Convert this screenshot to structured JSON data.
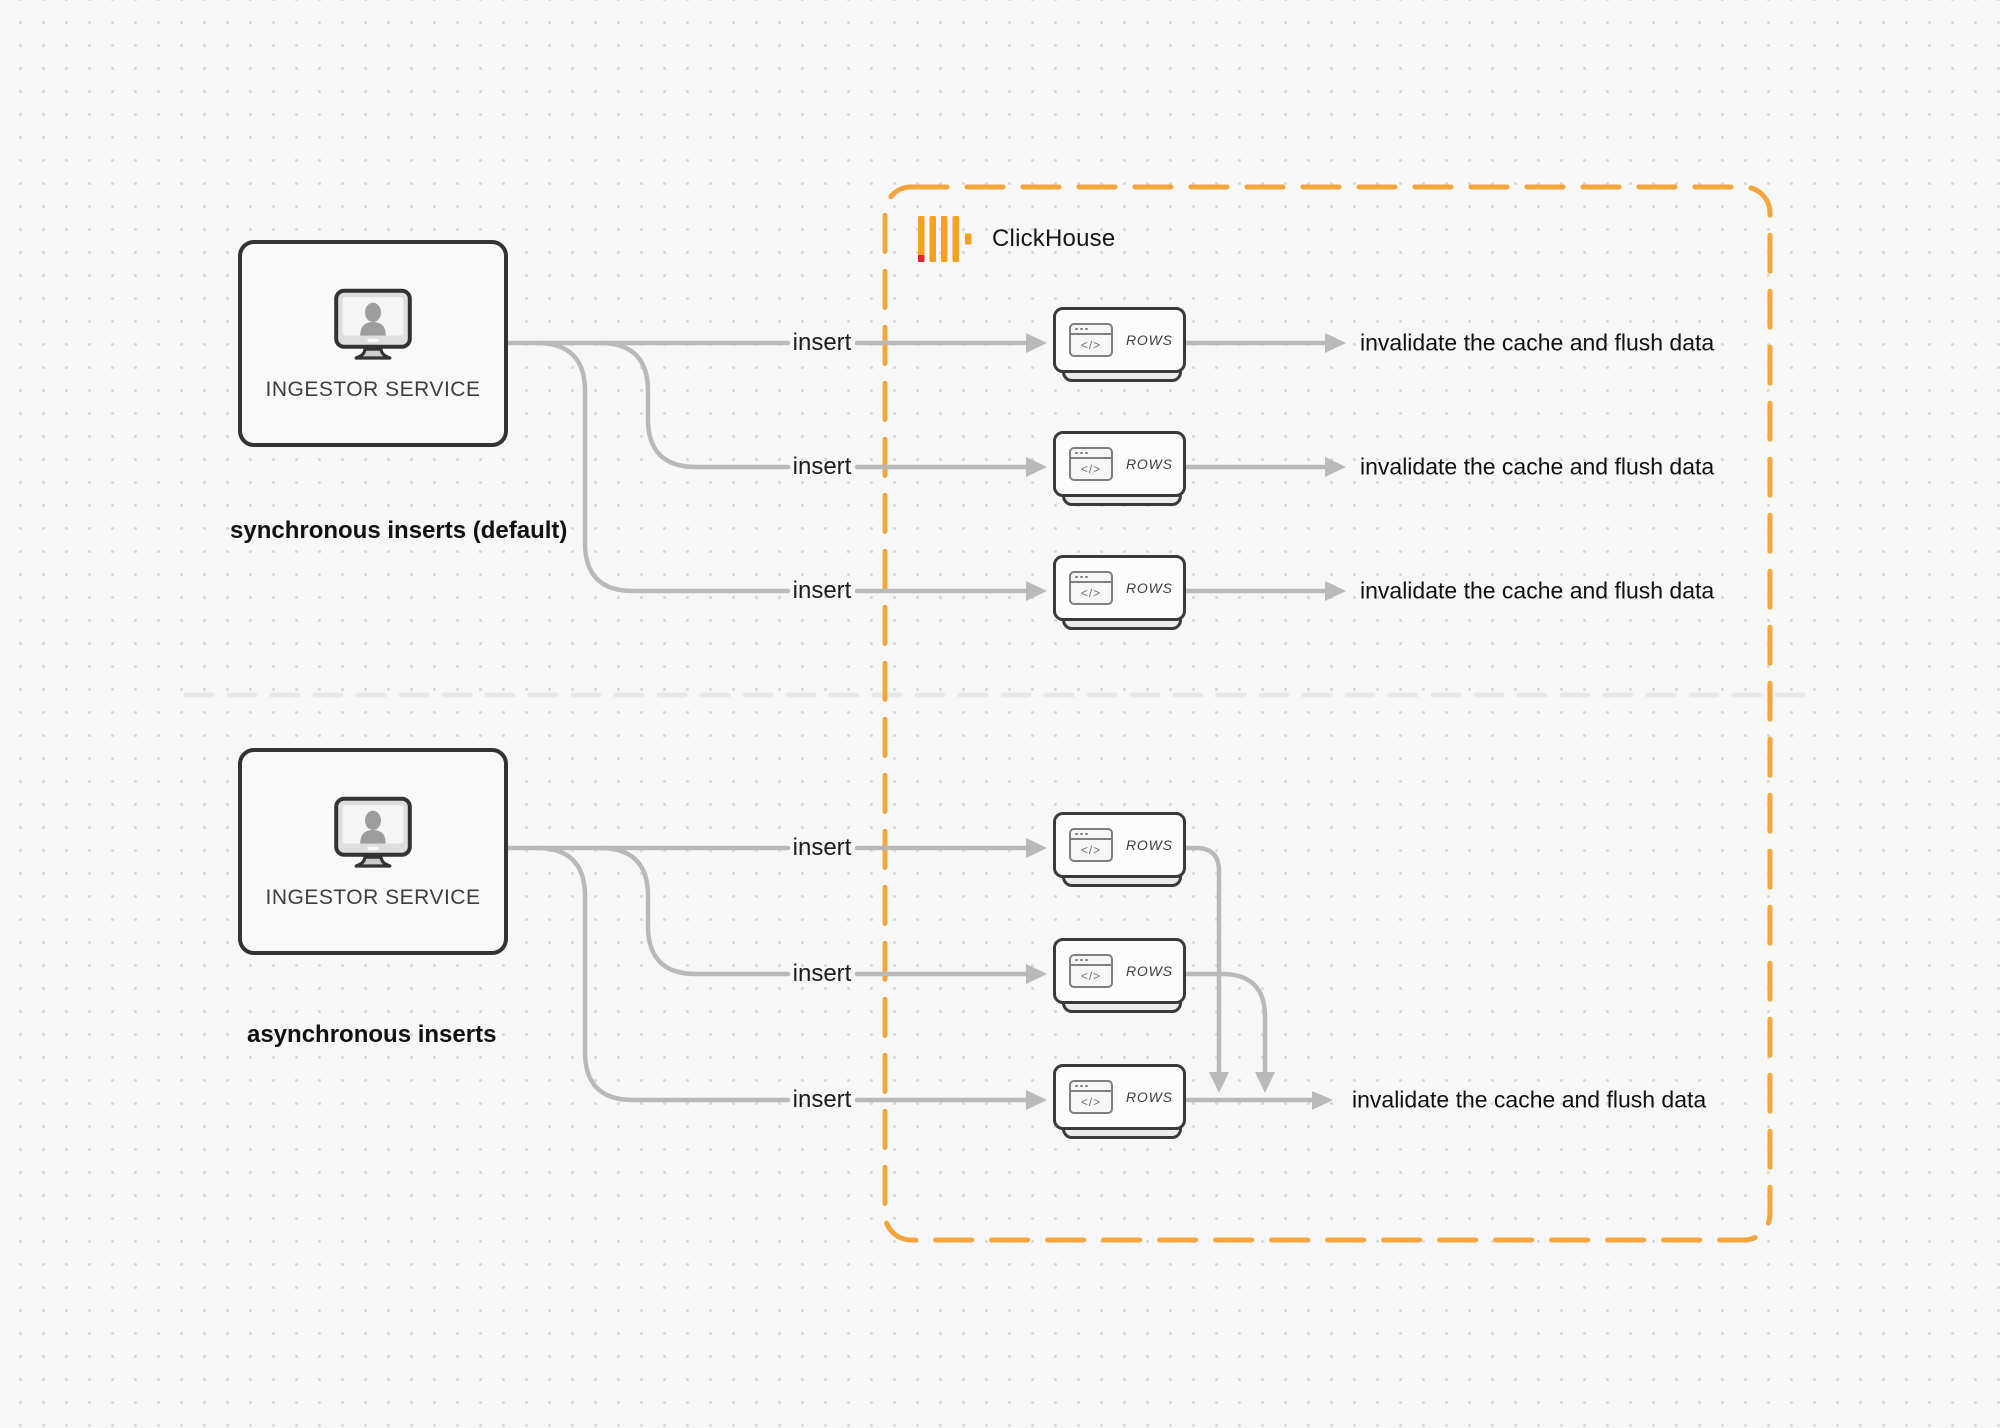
{
  "palette": {
    "background": "#f7f7f7",
    "dot_grid": "#d9d9d9",
    "connector_gray": "#b9b9b9",
    "divider_gray": "#e8e8e8",
    "dark_outline": "#383838",
    "clickhouse_orange": "#f6a53c",
    "logo_amber": "#f6a11f",
    "logo_red": "#e5242b"
  },
  "clickhouse": {
    "label": "ClickHouse",
    "logo_icon": "clickhouse-bars-logo"
  },
  "card_icon": {
    "code_glyph": "</>"
  },
  "sync": {
    "service_label": "INGESTOR SERVICE",
    "caption": "synchronous inserts (default)",
    "rows": [
      {
        "insert_label": "insert",
        "card_label": "ROWS",
        "result_label": "invalidate the cache and flush data"
      },
      {
        "insert_label": "insert",
        "card_label": "ROWS",
        "result_label": "invalidate the cache and flush data"
      },
      {
        "insert_label": "insert",
        "card_label": "ROWS",
        "result_label": "invalidate the cache and flush data"
      }
    ]
  },
  "async": {
    "service_label": "INGESTOR SERVICE",
    "caption": "asynchronous inserts",
    "rows": [
      {
        "insert_label": "insert",
        "card_label": "ROWS"
      },
      {
        "insert_label": "insert",
        "card_label": "ROWS"
      },
      {
        "insert_label": "insert",
        "card_label": "ROWS"
      }
    ],
    "result_label": "invalidate the cache and flush data"
  }
}
